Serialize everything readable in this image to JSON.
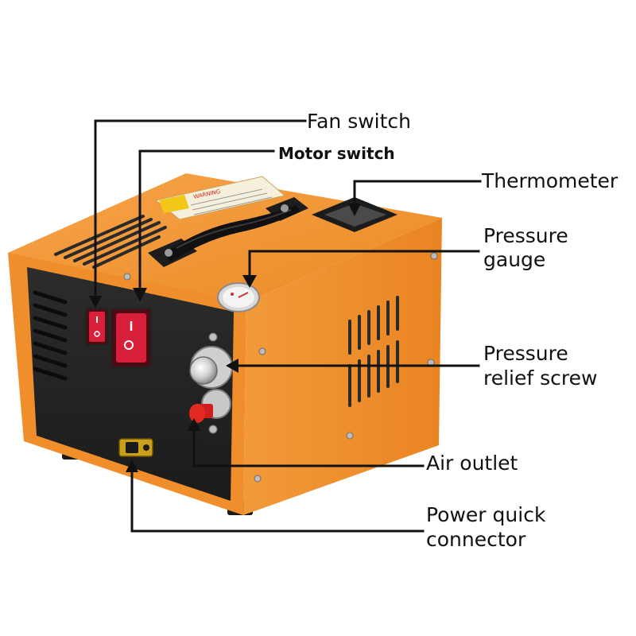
{
  "labels": {
    "fan_switch": "Fan switch",
    "motor_switch": "Motor switch",
    "thermometer": "Thermometer",
    "pressure_gauge": [
      "Pressure",
      "gauge"
    ],
    "pressure_relief_screw": [
      "Pressure",
      "relief screw"
    ],
    "air_outlet": "Air outlet",
    "power_quick_connector": [
      "Power quick",
      "connector"
    ]
  },
  "warning_sticker": {
    "title": "WARNING"
  },
  "colors": {
    "body_orange": "#f0922e",
    "panel_black": "#252525",
    "switch_red": "#d8203a",
    "annotation_line": "#111111"
  }
}
